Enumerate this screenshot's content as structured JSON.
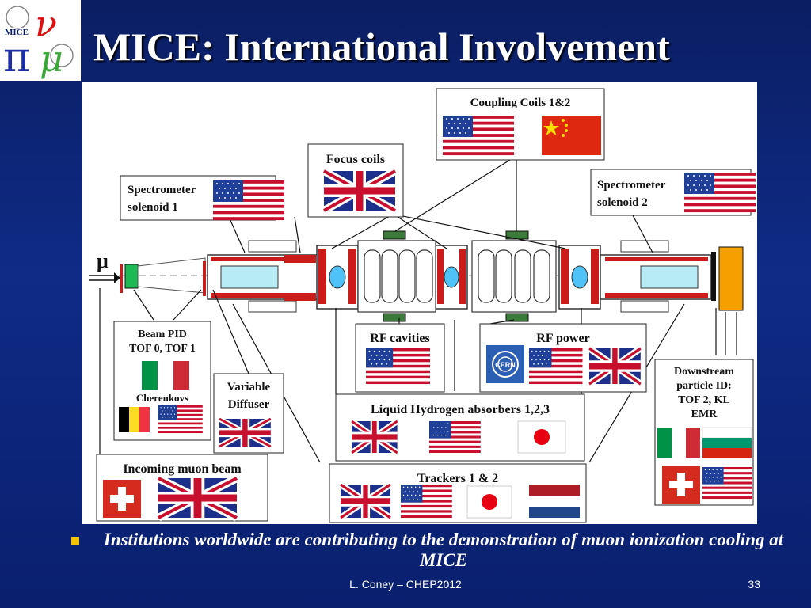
{
  "slide": {
    "title": "MICE: International Involvement",
    "logo_text": "MICE",
    "caption": "Institutions worldwide are contributing to the demonstration of muon ionization cooling at MICE",
    "footer": "L. Coney – CHEP2012",
    "page_number": "33"
  },
  "diagram": {
    "muon_symbol": "μ",
    "cern_logo_text": "CERN",
    "labels": {
      "coupling_coils": "Coupling Coils 1&2",
      "focus_coils": "Focus coils",
      "spectrometer1_line1": "Spectrometer",
      "spectrometer1_line2": "solenoid 1",
      "spectrometer2_line1": "Spectrometer",
      "spectrometer2_line2": "solenoid 2",
      "beam_pid_line1": "Beam PID",
      "beam_pid_line2": "TOF 0, TOF 1",
      "cherenkovs": "Cherenkovs",
      "variable_diffuser_line1": "Variable",
      "variable_diffuser_line2": "Diffuser",
      "rf_cavities": "RF cavities",
      "rf_power": "RF power",
      "downstream_line1": "Downstream",
      "downstream_line2": "particle ID:",
      "downstream_line3": "TOF 2, KL",
      "downstream_line4": "EMR",
      "liquid_hydrogen": "Liquid Hydrogen absorbers 1,2,3",
      "incoming_beam": "Incoming muon beam",
      "trackers": "Trackers 1 & 2"
    },
    "colors": {
      "usa_red": "#c8102e",
      "usa_blue": "#1f3f99",
      "uk_blue": "#1c2f8a",
      "china_red": "#de2910",
      "china_yellow": "#ffde00",
      "italy_green": "#009246",
      "italy_red": "#ce2b37",
      "belgium_black": "#000000",
      "belgium_yellow": "#fdda24",
      "belgium_red": "#ef3340",
      "japan_red": "#e60012",
      "swiss_red": "#d52b1e",
      "dutch_red": "#ae1c28",
      "dutch_blue": "#21468b",
      "bulgaria_green": "#00966e",
      "bulgaria_red": "#d62612",
      "magnet_red": "#cc1b1b",
      "tof_green": "#1db954",
      "emr_orange": "#f5a000",
      "cavity_cyan": "#b8ecf5"
    }
  }
}
